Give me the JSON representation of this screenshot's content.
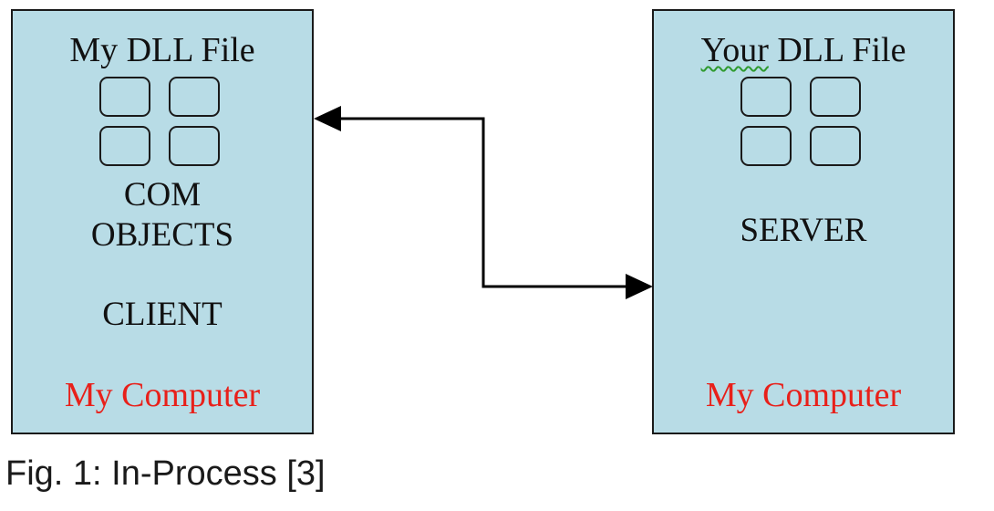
{
  "left_box": {
    "file_title": "My DLL File",
    "com_line1": "COM",
    "com_line2": "OBJECTS",
    "role": "CLIENT",
    "computer": "My Computer"
  },
  "right_box": {
    "file_title_underlined": "Your",
    "file_title_rest": " DLL File",
    "role": "SERVER",
    "computer": "My Computer"
  },
  "caption": "Fig. 1: In-Process [3]",
  "colors": {
    "box_fill": "#b8dce6",
    "computer_label": "#e8201a",
    "spellcheck_underline": "#2e9a2e"
  }
}
